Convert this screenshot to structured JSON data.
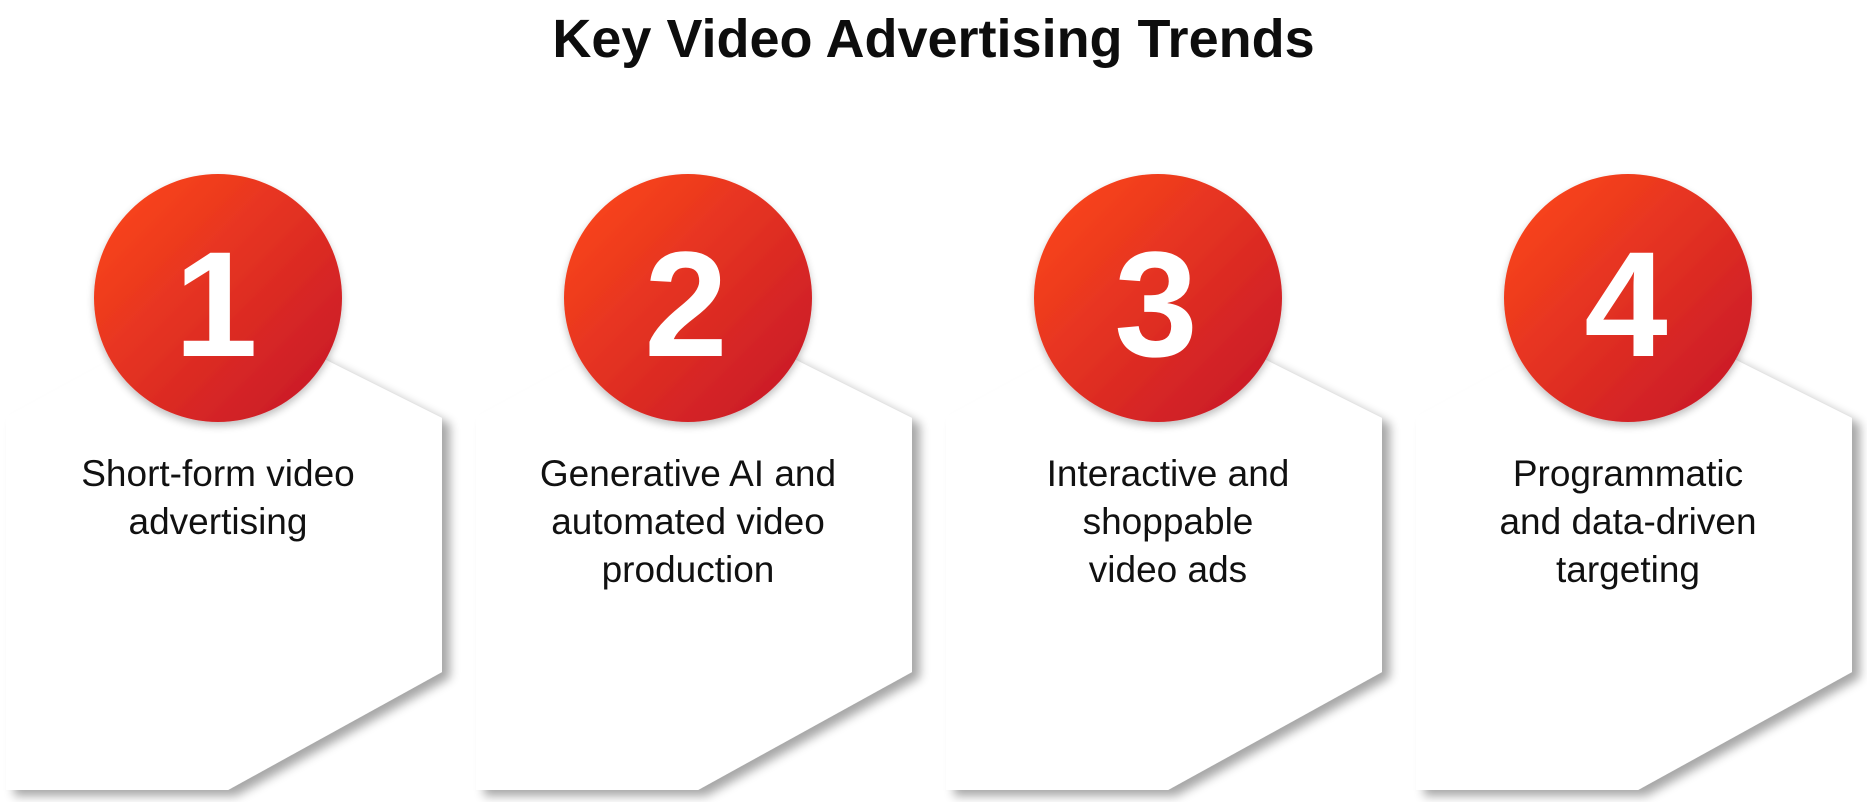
{
  "title": "Key Video Advertising Trends",
  "colors": {
    "accent_start": "#ff4a1a",
    "accent_end": "#c4162a",
    "card": "#ffffff",
    "shadow": "#c8c8c8",
    "text": "#111111"
  },
  "steps": [
    {
      "number": "1",
      "lines": [
        "Short-form video",
        "advertising"
      ]
    },
    {
      "number": "2",
      "lines": [
        "Generative AI and",
        "automated video",
        "production"
      ]
    },
    {
      "number": "3",
      "lines": [
        "Interactive and",
        "shoppable",
        "video ads"
      ]
    },
    {
      "number": "4",
      "lines": [
        "Programmatic",
        "and data-driven",
        "targeting"
      ]
    }
  ]
}
